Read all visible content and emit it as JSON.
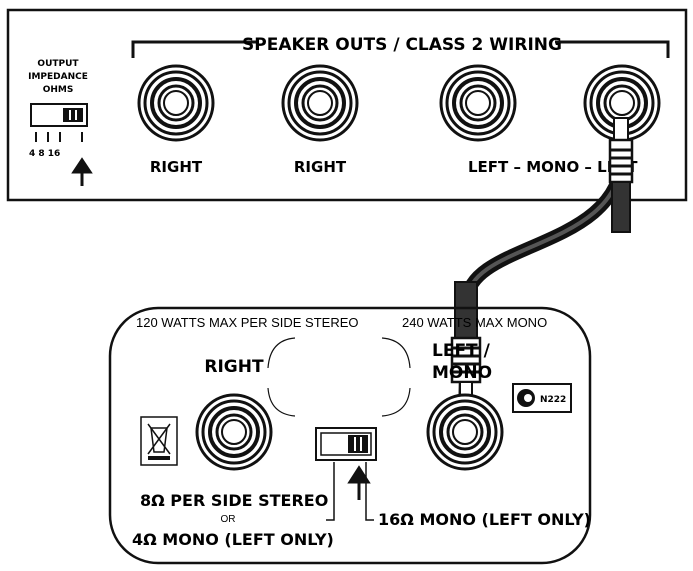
{
  "amp_panel": {
    "impedance_title_line1": "OUTPUT",
    "impedance_title_line2": "IMPEDANCE",
    "impedance_title_line3": "OHMS",
    "impedance_values": "4 8 16",
    "speaker_outs_title": "SPEAKER OUTS / CLASS 2 WIRING",
    "jack_labels": [
      "RIGHT",
      "RIGHT",
      "LEFT –  MONO  – LEFT"
    ]
  },
  "cabinet_panel": {
    "stereo_rating": "120 WATTS MAX PER SIDE STEREO",
    "mono_rating": "240 WATTS MAX MONO",
    "right_label": "RIGHT",
    "left_mono_label_line1": "LEFT /",
    "left_mono_label_line2": "MONO",
    "cert_label": "N222",
    "stereo_option": "8Ω PER SIDE STEREO",
    "or_text": "OR",
    "mono_left_option": "4Ω  MONO (LEFT ONLY)",
    "mono_16_option": "16Ω MONO (LEFT ONLY)"
  },
  "colors": {
    "line": "#111111",
    "background": "#ffffff",
    "cable": "#1a1a1a"
  }
}
